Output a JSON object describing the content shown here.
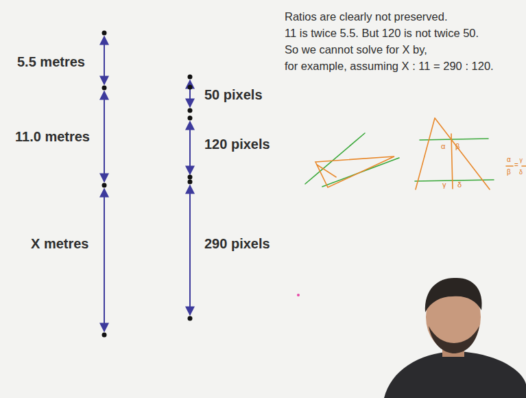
{
  "diagram": {
    "labels": [
      "5.5 metres",
      "11.0 metres",
      "X metres",
      "50 pixels",
      "120 pixels",
      "290 pixels",
      "Ratios are clearly not preserved.",
      "11 is twice 5.5. But 120 is not twice 50.",
      "So we cannot solve for X by,",
      "for example, assuming X : 11 = 290 : 120.",
      "α",
      "β",
      "γ",
      "δ",
      "α",
      "β",
      "=",
      "γ",
      "δ"
    ]
  }
}
